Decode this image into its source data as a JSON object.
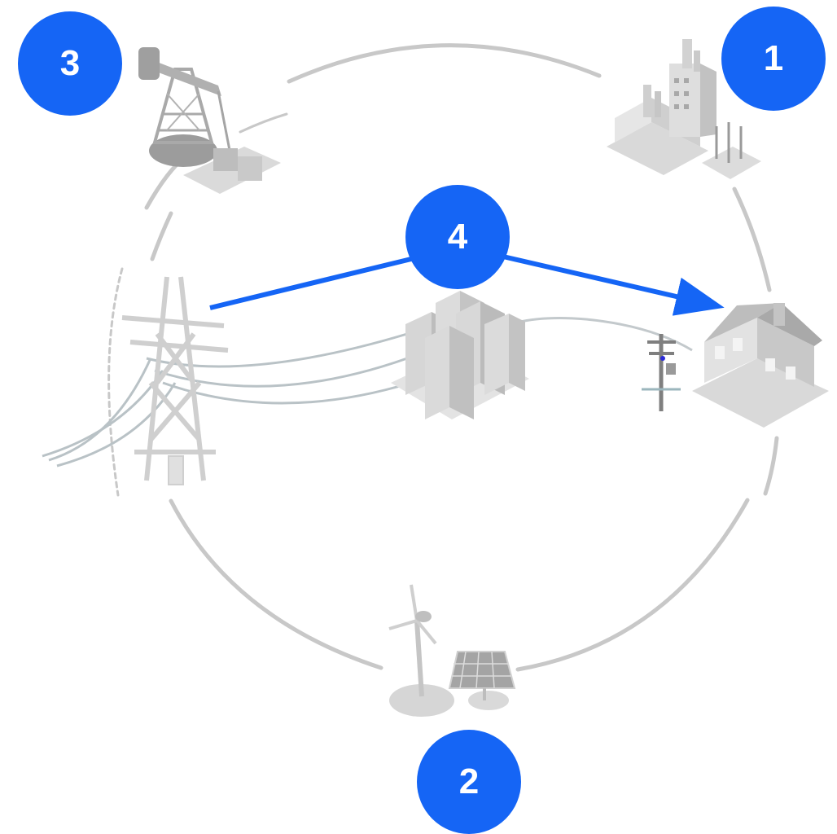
{
  "colors": {
    "accent": "#1565f5",
    "cycle_ring": "#c8c8c8",
    "illustration_light": "#e8e8e8",
    "illustration_mid": "#c4c4c4",
    "illustration_dark": "#8f8f8f"
  },
  "icons": {
    "power_plant": "power-plant-icon",
    "renewables": "wind-turbine-solar-panel-icon",
    "oil_pump": "oil-pumpjack-icon",
    "transmission_tower": "transmission-tower-icon",
    "data_center": "server-racks-icon",
    "house": "house-icon",
    "utility_pole": "utility-pole-icon"
  },
  "badges": {
    "one": "1",
    "two": "2",
    "three": "3",
    "four": "4"
  }
}
